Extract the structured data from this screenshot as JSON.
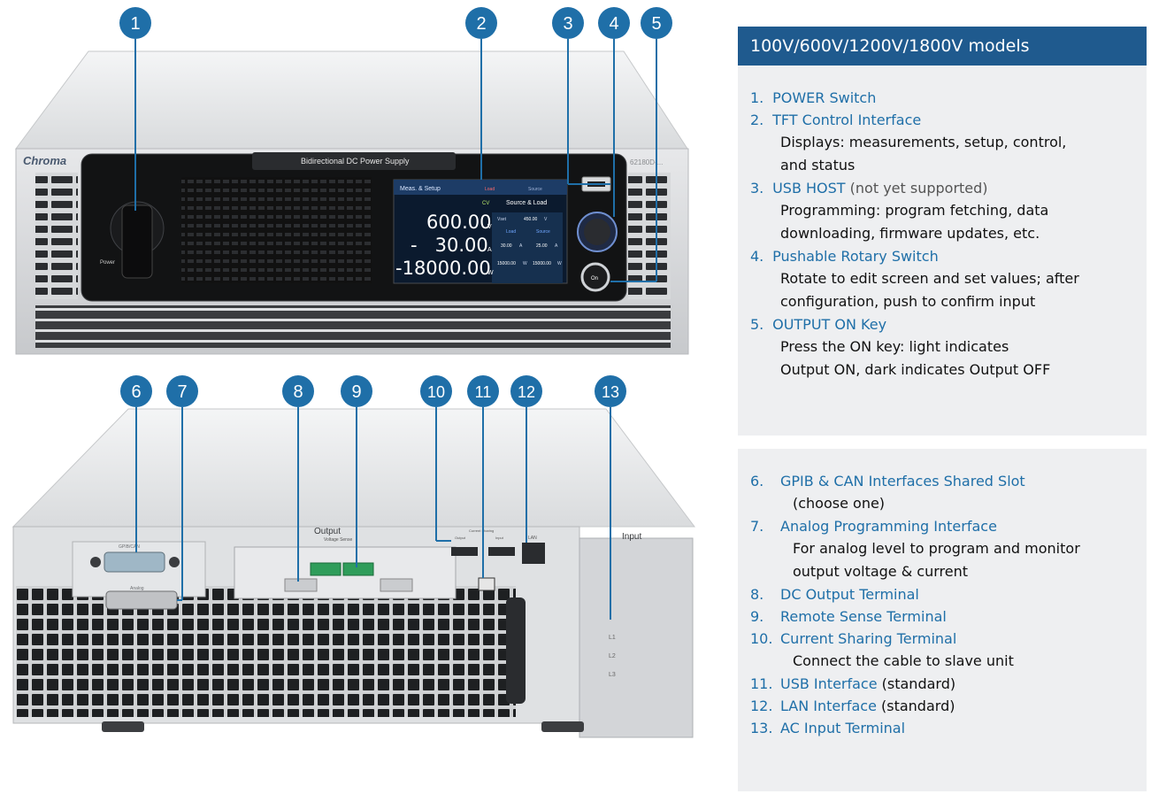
{
  "front_panel": {
    "brand_logo": "Chroma",
    "title_plate": "Bidirectional DC Power Supply",
    "model_plate": "62180D-...",
    "power_label": "Power",
    "screen": {
      "tab": "Meas. & Setup",
      "mode_load": "Load",
      "mode_source": "Source",
      "mode_badge": "CV",
      "mode_select": "Source & Load",
      "voltage": "600.00",
      "voltage_unit": "V",
      "current": "-   30.00",
      "current_unit": "A",
      "power": "-18000.00",
      "power_unit": "W",
      "vset_label": "Vset",
      "vset_value": "450.00",
      "vset_unit": "V",
      "col_load": "Load",
      "col_source": "Source",
      "load_current": "30.00",
      "source_current": "25.00",
      "load_power": "15000.00",
      "source_power": "15000.00",
      "cur_unit": "A",
      "pow_unit": "W"
    },
    "on_key_label": "On"
  },
  "rear_panel": {
    "gpib_label": "GPIB/CAN",
    "analog_label": "Analog",
    "output_label": "Output",
    "voltage_sense_label": "Voltage Sense",
    "current_sharing_label": "Current Sharing",
    "output_sub": "Output",
    "input_sub": "Input",
    "lan_label": "LAN",
    "input_label": "Input",
    "l1": "L1",
    "l2": "L2",
    "l3": "L3"
  },
  "callouts": [
    "1",
    "2",
    "3",
    "4",
    "5",
    "6",
    "7",
    "8",
    "9",
    "10",
    "11",
    "12",
    "13"
  ],
  "panel": {
    "header": "100V/600V/1200V/1800V models",
    "group1": [
      {
        "num": "1.",
        "title": "POWER Switch",
        "note": "",
        "desc": []
      },
      {
        "num": "2.",
        "title": "TFT Control Interface",
        "note": "",
        "desc": [
          "Displays: measurements, setup, control,",
          "and status"
        ]
      },
      {
        "num": "3.",
        "title": "USB HOST",
        "note": " (not yet supported)",
        "desc": [
          "Programming: program fetching, data",
          "downloading, firmware updates, etc."
        ]
      },
      {
        "num": "4.",
        "title": "Pushable Rotary Switch",
        "note": "",
        "desc": [
          "Rotate to edit screen and set values; after",
          "configuration, push to confirm input"
        ]
      },
      {
        "num": "5.",
        "title": "OUTPUT ON Key",
        "note": "",
        "desc": [
          "Press the ON key: light indicates",
          "Output ON, dark indicates Output OFF"
        ]
      }
    ],
    "group2": [
      {
        "num": "6.",
        "title": "GPIB & CAN Interfaces Shared Slot",
        "note": "",
        "desc": [
          "(choose one)"
        ]
      },
      {
        "num": "7.",
        "title": "Analog Programming Interface",
        "note": "",
        "desc": [
          "For analog level to program and monitor",
          "output voltage & current"
        ]
      },
      {
        "num": "8.",
        "title": "DC Output Terminal",
        "note": "",
        "desc": []
      },
      {
        "num": "9.",
        "title": "Remote Sense Terminal",
        "note": "",
        "desc": []
      },
      {
        "num": "10.",
        "title": "Current Sharing Terminal",
        "note": "",
        "desc": [
          "Connect the cable to slave unit"
        ]
      },
      {
        "num": "11.",
        "title": "USB Interface",
        "note": " (standard)",
        "desc": []
      },
      {
        "num": "12.",
        "title": "LAN Interface",
        "note": " (standard)",
        "desc": []
      },
      {
        "num": "13.",
        "title": "AC Input Terminal",
        "note": "",
        "desc": []
      }
    ]
  },
  "colors": {
    "callout": "#1f6fa8",
    "header_bg": "#1f5a8e",
    "list_title": "#1f6fa8",
    "box_bg": "#eeeff1"
  }
}
